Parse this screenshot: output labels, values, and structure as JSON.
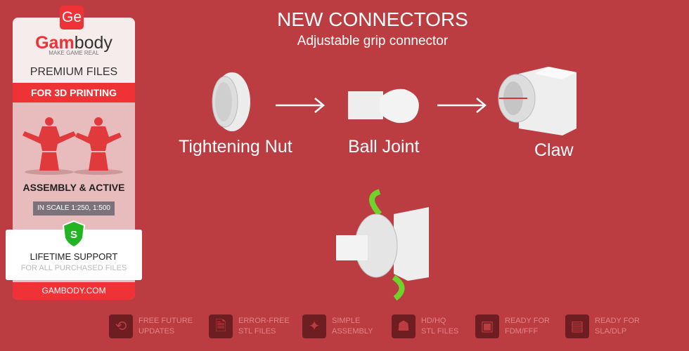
{
  "sidebar": {
    "logo_badge": "Ge",
    "brand_red": "Gam",
    "brand_dark": "body",
    "tagline": "MAKE GAME REAL",
    "premium": "PREMIUM FILES",
    "band": "FOR 3D PRINTING",
    "assembly": "ASSEMBLY & ACTIVE",
    "scale": "IN SCALE 1:250, 1:500",
    "shield_letter": "S",
    "support_title": "LIFETIME SUPPORT",
    "support_sub": "FOR ALL PURCHASED FILES",
    "site": "GAMBODY.COM"
  },
  "main": {
    "title": "NEW CONNECTORS",
    "subtitle": "Adjustable grip connector",
    "parts": [
      {
        "label": "Tightening Nut"
      },
      {
        "label": "Ball Joint"
      },
      {
        "label": "Claw"
      }
    ]
  },
  "features": [
    {
      "icon": "refresh-icon",
      "line1": "FREE FUTURE",
      "line2": "UPDATES"
    },
    {
      "icon": "file-check-icon",
      "line1": "ERROR-FREE",
      "line2": "STL FILES"
    },
    {
      "icon": "puzzle-icon",
      "line1": "SIMPLE",
      "line2": "ASSEMBLY"
    },
    {
      "icon": "bust-icon",
      "line1": "HD/HQ",
      "line2": "STL FILES"
    },
    {
      "icon": "fdm-printer-icon",
      "line1": "READY FOR",
      "line2": "FDM/FFF"
    },
    {
      "icon": "sla-printer-icon",
      "line1": "READY FOR",
      "line2": "SLA/DLP"
    }
  ],
  "colors": {
    "background": "#bb3d41",
    "brand_red": "#ee3236",
    "shield_green": "#22b422"
  }
}
